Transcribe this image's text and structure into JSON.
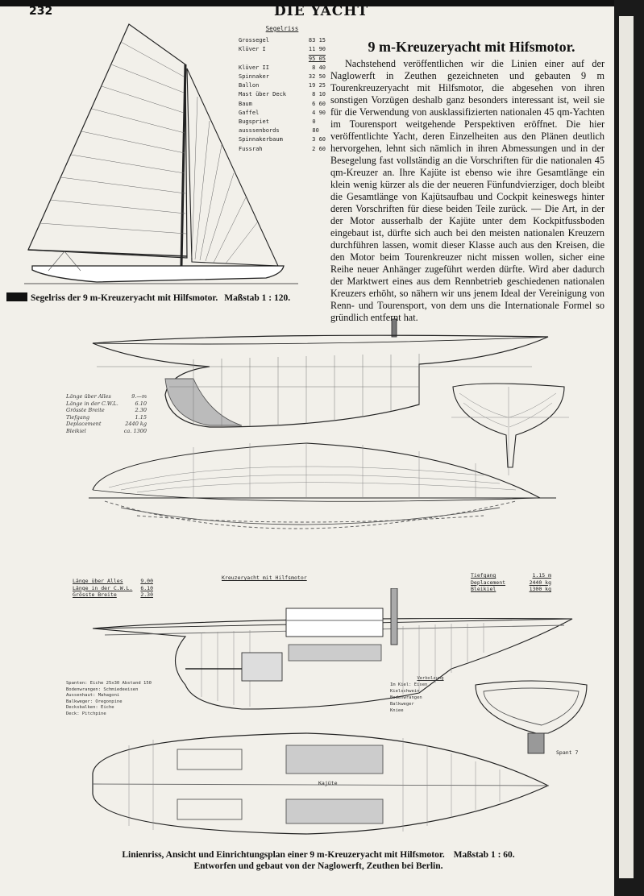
{
  "page": {
    "number": "232",
    "running_head": "DIE YACHT"
  },
  "sail_table": {
    "title": "Segelriss",
    "rows": [
      {
        "label": "Grossegel",
        "value": "83 15"
      },
      {
        "label": "Klüver I",
        "value": "11 90"
      },
      {
        "label": "",
        "value": "95 05"
      },
      {
        "label": "Klüver II",
        "value": "8 40"
      },
      {
        "label": "Spinnaker",
        "value": "32 50"
      },
      {
        "label": "Ballon",
        "value": "19 25"
      },
      {
        "label": "Mast über Deck",
        "value": "8 10"
      },
      {
        "label": "Baum",
        "value": "6 60"
      },
      {
        "label": "Gaffel",
        "value": "4 90"
      },
      {
        "label": "Bugspriet ausssenbords",
        "value": "0 80"
      },
      {
        "label": "Spinnakerbaum",
        "value": "3 60"
      },
      {
        "label": "Fussrah",
        "value": "2 60"
      }
    ]
  },
  "article": {
    "headline": "9 m-Kreuzeryacht mit Hifsmotor.",
    "body": "Nachstehend veröffentlichen wir die Linien einer auf der Naglowerft in Zeuthen gezeichneten und gebauten 9 m Tourenkreuzeryacht mit Hilfsmotor, die abgesehen von ihren sonstigen Vorzügen deshalb ganz besonders interessant ist, weil sie für die Verwendung von ausklassifizierten nationalen 45 qm-Yachten im Tourensport weitgehende Perspektiven eröffnet. Die hier veröffentlichte Yacht, deren Einzelheiten aus den Plänen deutlich hervorgehen, lehnt sich nämlich in ihren Abmessungen und in der Besegelung fast vollständig an die Vorschriften für die nationalen 45 qm-Kreuzer an. Ihre Kajüte ist ebenso wie ihre Gesamtlänge ein klein wenig kürzer als die der neueren Fünfundvierziger, doch bleibt die Gesamtlänge von Kajütsaufbau und Cockpit keineswegs hinter deren Vorschriften für diese beiden Teile zurück. — Die Art, in der der Motor ausserhalb der Kajüte unter dem Kockpitfussboden eingebaut ist, dürfte sich auch bei den meisten nationalen Kreuzern durchführen lassen, womit dieser Klasse auch aus den Kreisen, die den Motor beim Tourenkreuzer nicht missen wollen, sicher eine Reihe neuer Anhänger zugeführt werden dürfte. Wird aber dadurch der Marktwert eines aus dem Rennbetrieb geschiedenen nationalen Kreuzers erhöht, so nähern wir uns jenem Ideal der Vereinigung von Renn- und Tourensport, von dem uns die Internationale Formel so gründlich entfernt hat."
  },
  "caption_sail": {
    "text": "Segelriss der 9 m-Kreuzeryacht mit Hilfsmotor.",
    "scale": "Maßstab 1 : 120."
  },
  "lines_notes": {
    "rows": [
      {
        "label": "Länge über Alles",
        "value": "9.—m"
      },
      {
        "label": "Länge in der C.W.L.",
        "value": "6.10"
      },
      {
        "label": "Grösste Breite",
        "value": "2.30"
      },
      {
        "label": "Tiefgang",
        "value": "1.15"
      },
      {
        "label": "Deplacement",
        "value": "2440 kg"
      },
      {
        "label": "Bleikiel",
        "value": "ca. 1300"
      }
    ]
  },
  "plan": {
    "title": "Kreuzeryacht mit Hilfsmotor",
    "left_specs": [
      {
        "label": "Länge über Alles",
        "value": "9.00"
      },
      {
        "label": "Länge in der C.W.L.",
        "value": "6.10"
      },
      {
        "label": "Grösste Breite",
        "value": "2.30"
      }
    ],
    "right_specs": [
      {
        "label": "Tiefgang",
        "value": "1.15 m"
      },
      {
        "label": "Deplacement",
        "value": "2440 kg"
      },
      {
        "label": "Bleikiel",
        "value": "1300 kg"
      }
    ],
    "left_legend": [
      "Spanten: Eiche 25x30 Abstand 150",
      "Bodenwrangen: Schmiedeeisen",
      "Aussenhaut: Mahagoni",
      "Balkweger: Oregonpine",
      "Decksbalken: Eiche",
      "Deck: Pitchpine"
    ],
    "right_legend_title": "Verbolzung",
    "right_legend": [
      "Im Kiel: Eisen",
      "Kielschwein",
      "Bodenwrangen",
      "Balkweger",
      "Kniee"
    ],
    "section_label": "Spant 7",
    "cabin_label": "Kajüte"
  },
  "caption_plan": {
    "line1": "Linienriss, Ansicht und Einrichtungsplan einer 9 m-Kreuzeryacht mit Hilfsmotor.",
    "scale": "Maßstab 1 : 60.",
    "line2": "Entworfen und gebaut von der Naglowerft, Zeuthen bei Berlin."
  }
}
